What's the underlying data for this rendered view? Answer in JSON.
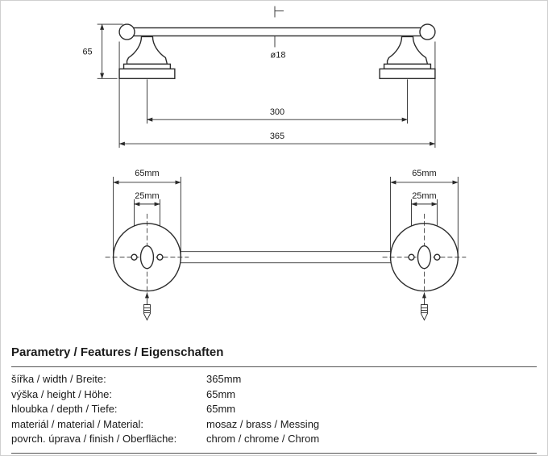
{
  "drawing": {
    "line_color": "#2b2b2b",
    "front_view": {
      "height_label": "65",
      "bar_diameter_label": "ø18",
      "hole_distance_label": "300",
      "overall_width_label": "365"
    },
    "top_view": {
      "flange_diameter_label": "65mm",
      "slot_spacing_label": "25mm"
    }
  },
  "specs": {
    "title": "Parametry / Features / Eigenschaften",
    "rows": [
      {
        "label": "šířka / width / Breite:",
        "value": "365mm"
      },
      {
        "label": "výška / height / Höhe:",
        "value": "65mm"
      },
      {
        "label": "hloubka / depth / Tiefe:",
        "value": "65mm"
      },
      {
        "label": "materiál / material / Material:",
        "value": "mosaz / brass / Messing"
      },
      {
        "label": "povrch. úprava / finish / Oberfläche:",
        "value": "chrom / chrome / Chrom"
      }
    ]
  }
}
